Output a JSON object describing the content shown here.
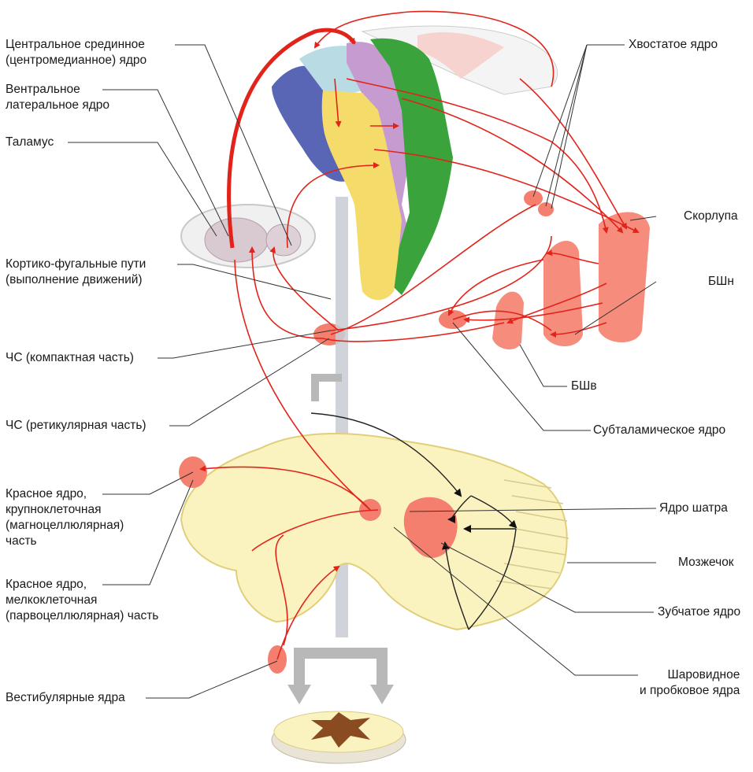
{
  "labels": {
    "central_median": "Центральное срединное\n(центромедианное) ядро",
    "ventral_lateral": "Вентральное\nлатеральное ядро",
    "thalamus": "Таламус",
    "corticofugal": "Кортико-фугальные пути\n(выполнение движений)",
    "sn_compact": "ЧС (компактная часть)",
    "sn_reticular": "ЧС (ретикулярная часть)",
    "red_magno": "Красное ядро,\nкрупноклеточная\n(магноцеллюлярная)\nчасть",
    "red_parvo": "Красное ядро,\nмелкоклеточная\n(парвоцеллюлярная) часть",
    "vestibular": "Вестибулярные ядра",
    "caudate": "Хвостатое ядро",
    "putamen": "Скорлупа",
    "gpe": "БШн",
    "gpi": "БШв",
    "subthalamic": "Субталамическое ядро",
    "fastigial": "Ядро шатра",
    "cerebellum": "Мозжечок",
    "dentate": "Зубчатое ядро",
    "globose_emboliform": "Шаровидное\nи пробковое ядра"
  },
  "colors": {
    "pathway_red": "#e2231a",
    "nucleus_fill": "#f47f6e",
    "cortex_blue": "#5866b5",
    "cortex_lightblue": "#b9dce4",
    "cortex_purple": "#c59bd0",
    "cortex_green": "#3aa33c",
    "cortex_yellow": "#f5dc6a",
    "cerebellum_fill": "#fbf3bf",
    "descending_gray": "#b8b8b8",
    "leader_line": "#333333"
  }
}
